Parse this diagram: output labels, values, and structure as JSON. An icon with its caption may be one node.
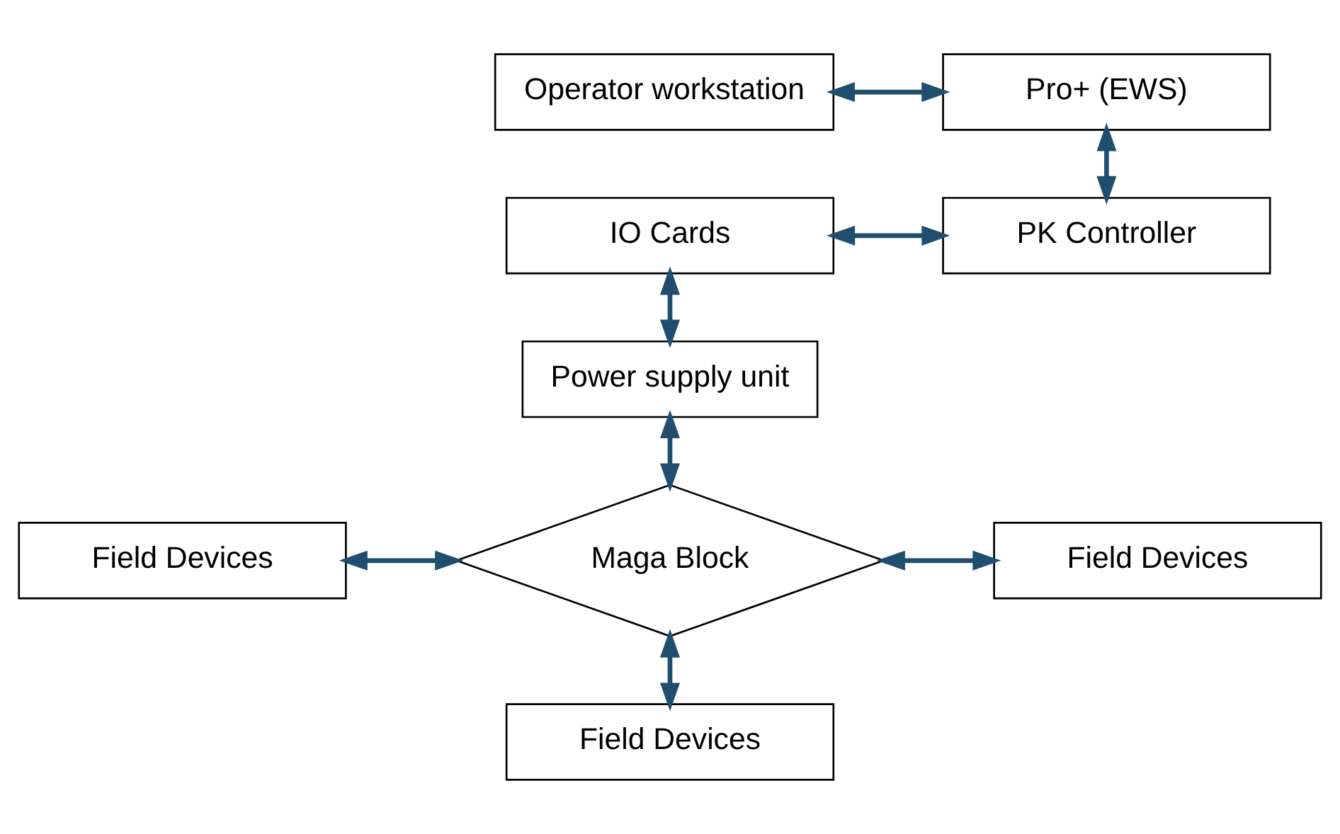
{
  "diagram": {
    "nodes": [
      {
        "text": [
          "Operator workstation"
        ]
      },
      {
        "text": [
          "Pro+ (EWS)"
        ]
      },
      {
        "text": [
          "IO Cards"
        ]
      },
      {
        "text": [
          "PK Controller"
        ]
      },
      {
        "text": [
          "Power supply unit"
        ]
      },
      {
        "text": [
          "Maga Block"
        ]
      },
      {
        "text": [
          "Field Devices"
        ]
      },
      {
        "text": [
          "Field Devices"
        ]
      },
      {
        "text": [
          "Field Devices"
        ]
      }
    ],
    "edges": [
      {
        "from": 0,
        "to": 1,
        "arrow": "both"
      },
      {
        "from": 1,
        "to": 3,
        "arrow": "both"
      },
      {
        "from": 2,
        "to": 3,
        "arrow": "both"
      },
      {
        "from": 2,
        "to": 4,
        "arrow": "both"
      },
      {
        "from": 4,
        "to": 5,
        "arrow": "both"
      },
      {
        "from": 6,
        "to": 5,
        "arrow": "both"
      },
      {
        "from": 5,
        "to": 7,
        "arrow": "both"
      },
      {
        "from": 5,
        "to": 8,
        "arrow": "both"
      }
    ]
  }
}
